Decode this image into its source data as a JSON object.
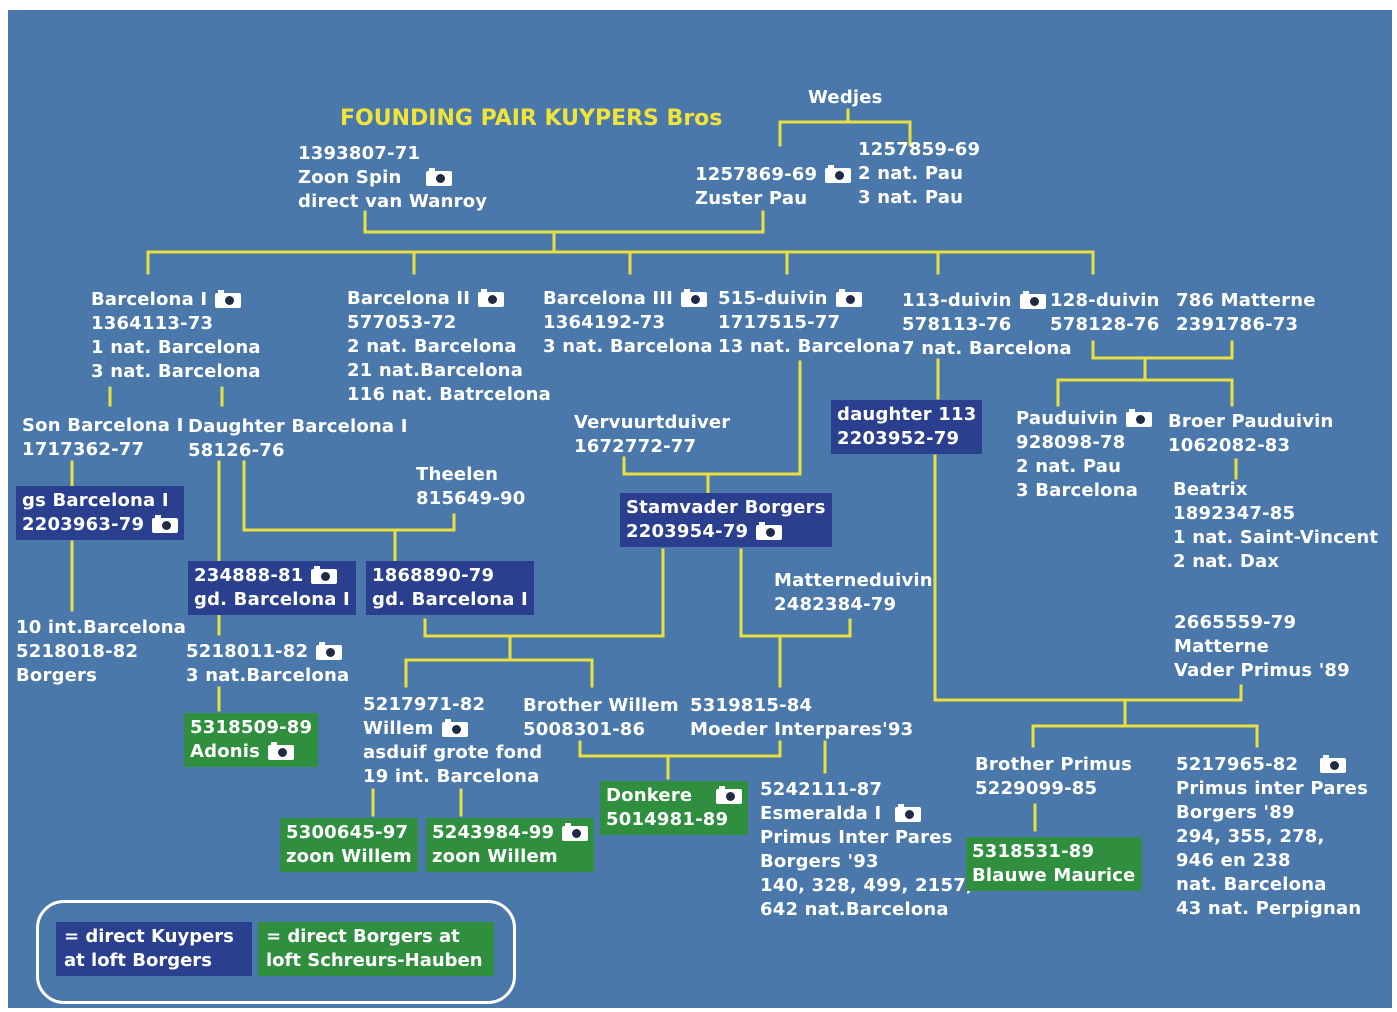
{
  "title": "FOUNDING PAIR KUYPERS Bros",
  "colors": {
    "background": "#4a78ab",
    "lines": "#e8e040",
    "title": "#f0e33a",
    "kuypers_box": "#2b3f8f",
    "borgers_box": "#2f8f3f"
  },
  "nodes": {
    "wedjes": [
      "Wedjes"
    ],
    "zoon_spin": [
      "1393807-71",
      "Zoon Spin",
      "direct van Wanroy"
    ],
    "zuster_pau": [
      "1257869-69",
      "Zuster Pau"
    ],
    "pau_1257859": [
      "1257859-69",
      "2 nat. Pau",
      "3 nat. Pau"
    ],
    "barcelona_i": [
      "Barcelona I",
      "1364113-73",
      "1 nat. Barcelona",
      "3 nat. Barcelona"
    ],
    "barcelona_ii": [
      "Barcelona II",
      "577053-72",
      "2 nat. Barcelona",
      "21 nat.Barcelona",
      "116 nat. Batrcelona"
    ],
    "barcelona_iii": [
      "Barcelona III",
      "1364192-73",
      "3 nat. Barcelona"
    ],
    "duivin_515": [
      "515-duivin",
      "1717515-77",
      "13 nat. Barcelona"
    ],
    "duivin_113": [
      "113-duivin",
      "578113-76",
      "7 nat. Barcelona"
    ],
    "duivin_128": [
      "128-duivin",
      "578128-76"
    ],
    "matterne_786": [
      "786 Matterne",
      "2391786-73"
    ],
    "son_barcelona": [
      "Son Barcelona I",
      "1717362-77"
    ],
    "daughter_barcelona": [
      "Daughter Barcelona I",
      "58126-76"
    ],
    "vervuurtduiver": [
      "Vervuurtduiver",
      "1672772-77"
    ],
    "daughter_113": [
      "daughter 113",
      "2203952-79"
    ],
    "pauduivin": [
      "Pauduivin",
      "928098-78",
      "2 nat. Pau",
      "3 Barcelona"
    ],
    "broer_pauduivin": [
      "Broer Pauduivin",
      "1062082-83"
    ],
    "gs_barcelona": [
      "gs Barcelona I",
      "2203963-79"
    ],
    "theelen": [
      "Theelen",
      "815649-90"
    ],
    "stamvader": [
      "Stamvader Borgers",
      "2203954-79"
    ],
    "beatrix": [
      "Beatrix",
      "1892347-85",
      "1 nat. Saint-Vincent",
      "2 nat. Dax"
    ],
    "gd_234888": [
      "234888-81",
      "gd. Barcelona I"
    ],
    "gd_1868890": [
      "1868890-79",
      "gd. Barcelona I"
    ],
    "matterneduivin": [
      "Matterneduivin",
      "2482384-79"
    ],
    "int_barcelona": [
      "10 int.Barcelona",
      "5218018-82",
      "Borgers"
    ],
    "n5218011": [
      "5218011-82",
      "3 nat.Barcelona"
    ],
    "vader_primus": [
      "2665559-79",
      "Matterne",
      "Vader Primus '89"
    ],
    "adonis": [
      "5318509-89",
      "Adonis"
    ],
    "willem": [
      "5217971-82",
      "Willem",
      "asduif grote fond",
      "19 int. Barcelona"
    ],
    "brother_willem": [
      "Brother Willem",
      "5008301-86"
    ],
    "moeder": [
      "5319815-84",
      "Moeder Interpares'93"
    ],
    "brother_primus": [
      "Brother Primus",
      "5229099-85"
    ],
    "primus": [
      "5217965-82",
      "Primus inter Pares",
      "Borgers '89",
      "294, 355, 278,",
      "946 en 238",
      "nat. Barcelona",
      "43 nat. Perpignan"
    ],
    "donkere": [
      "Donkere",
      "5014981-89"
    ],
    "esmeralda": [
      "5242111-87",
      "Esmeralda I",
      "Primus Inter Pares",
      "Borgers '93",
      "140, 328, 499, 2157,",
      "642 nat.Barcelona"
    ],
    "zoon_5300645": [
      "5300645-97",
      "zoon Willem"
    ],
    "zoon_5243984": [
      "5243984-99",
      "zoon Willem"
    ],
    "blauwe_maurice": [
      "5318531-89",
      "Blauwe Maurice"
    ]
  },
  "legend": {
    "kuypers": [
      "= direct Kuypers",
      "at loft Borgers"
    ],
    "borgers": [
      "= direct Borgers at",
      "loft Schreurs-Hauben"
    ]
  }
}
